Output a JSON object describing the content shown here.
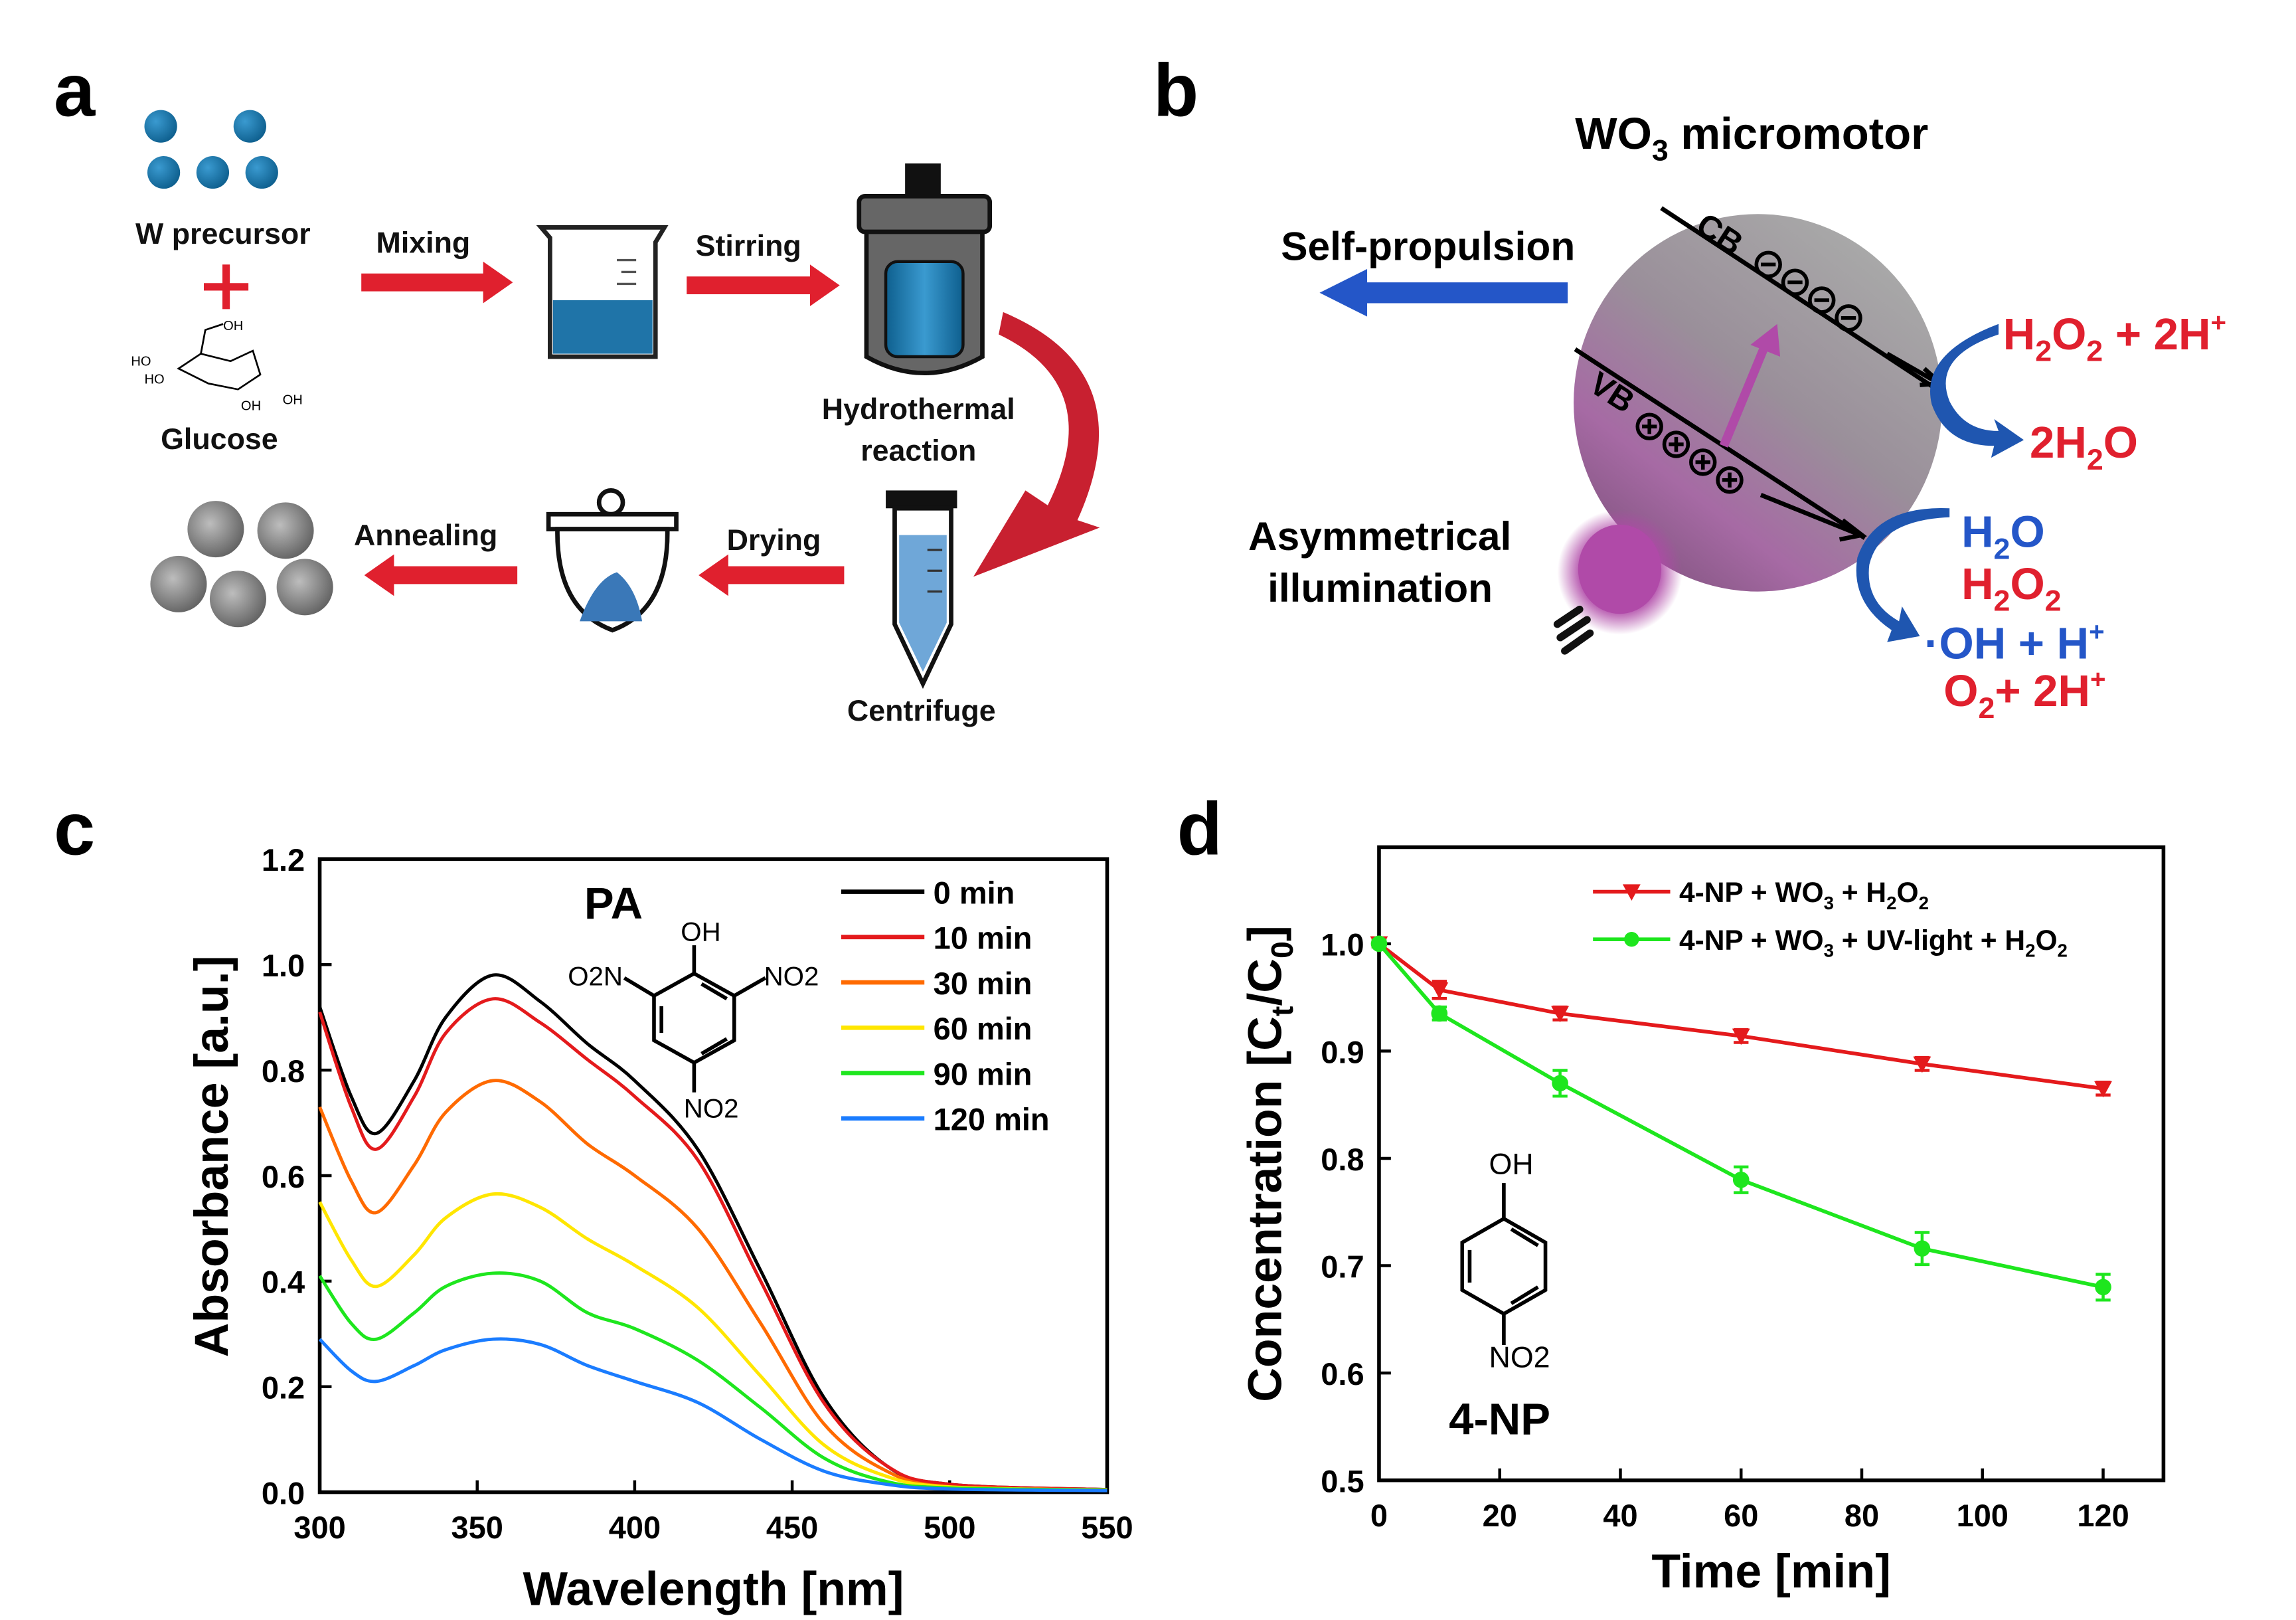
{
  "panel_a": {
    "letter": "a",
    "w_precursor": "W precursor",
    "glucose": "Glucose",
    "glucose_atoms": [
      "OH",
      "HO",
      "HO",
      "OH",
      "OH"
    ],
    "mixing": "Mixing",
    "stirring": "Stirring",
    "hydrothermal": [
      "Hydrothermal",
      "reaction"
    ],
    "centrifuge": "Centrifuge",
    "drying": "Drying",
    "annealing": "Annealing"
  },
  "panel_b": {
    "letter": "b",
    "title": [
      "WO",
      "3",
      " micromotor"
    ],
    "self_propulsion": "Self-propulsion",
    "cb": "CB",
    "vb": "VB",
    "illumination": [
      "Asymmetrical",
      "illumination"
    ],
    "r1": [
      "H",
      "2",
      "O",
      "2",
      " + 2H",
      "+"
    ],
    "r2": [
      "2H",
      "2",
      "O"
    ],
    "r3": [
      "H",
      "2",
      "O"
    ],
    "r4": [
      "H",
      "2",
      "O",
      "2"
    ],
    "r5": [
      "·OH + H",
      "+"
    ],
    "r6": [
      "O",
      "2",
      "+ 2H",
      "+"
    ],
    "colors": {
      "red": "#e0202e",
      "blue": "#2456c8",
      "magenta": "#b04aa8"
    }
  },
  "chart_data": [
    {
      "type": "line",
      "panel": "c",
      "xlabel": "Wavelength [nm]",
      "ylabel": "Absorbance [a.u.]",
      "xlim": [
        300,
        550
      ],
      "ylim": [
        0,
        1.2
      ],
      "xticks": [
        300,
        350,
        400,
        450,
        500,
        550
      ],
      "yticks": [
        "0.0",
        "0.2",
        "0.4",
        "0.6",
        "0.8",
        "1.0",
        "1.2"
      ],
      "annotation": "PA",
      "molecule_labels": [
        "OH",
        "O2N",
        "NO2",
        "NO2"
      ],
      "legend_position": "top-right",
      "x": [
        300,
        310,
        318,
        330,
        340,
        355,
        370,
        385,
        400,
        420,
        440,
        460,
        480,
        500,
        550
      ],
      "series": [
        {
          "name": "0 min",
          "color": "#000000",
          "values": [
            0.92,
            0.75,
            0.68,
            0.78,
            0.9,
            0.98,
            0.93,
            0.85,
            0.78,
            0.65,
            0.42,
            0.18,
            0.05,
            0.015,
            0.005
          ]
        },
        {
          "name": "10 min",
          "color": "#e41a1c",
          "values": [
            0.91,
            0.73,
            0.65,
            0.75,
            0.87,
            0.935,
            0.89,
            0.82,
            0.75,
            0.63,
            0.4,
            0.17,
            0.05,
            0.015,
            0.005
          ]
        },
        {
          "name": "30 min",
          "color": "#ff6a00",
          "values": [
            0.73,
            0.59,
            0.53,
            0.62,
            0.72,
            0.78,
            0.74,
            0.66,
            0.6,
            0.5,
            0.32,
            0.13,
            0.04,
            0.01,
            0.005
          ]
        },
        {
          "name": "60 min",
          "color": "#ffe600",
          "values": [
            0.55,
            0.44,
            0.39,
            0.45,
            0.52,
            0.565,
            0.54,
            0.48,
            0.43,
            0.35,
            0.22,
            0.09,
            0.03,
            0.01,
            0.004
          ]
        },
        {
          "name": "90 min",
          "color": "#1ee61e",
          "values": [
            0.41,
            0.32,
            0.29,
            0.34,
            0.39,
            0.415,
            0.4,
            0.34,
            0.31,
            0.25,
            0.16,
            0.065,
            0.02,
            0.008,
            0.004
          ]
        },
        {
          "name": "120 min",
          "color": "#1a7cff",
          "values": [
            0.29,
            0.23,
            0.21,
            0.24,
            0.27,
            0.29,
            0.28,
            0.24,
            0.21,
            0.17,
            0.1,
            0.04,
            0.015,
            0.006,
            0.003
          ]
        }
      ]
    },
    {
      "type": "line",
      "panel": "d",
      "xlabel": "Time [min]",
      "ylabel": [
        "Concentration [C",
        "t",
        "/C",
        "0",
        "]"
      ],
      "xlim": [
        0,
        130
      ],
      "ylim": [
        0.5,
        1.09
      ],
      "xticks": [
        0,
        20,
        40,
        60,
        80,
        100,
        120
      ],
      "yticks": [
        "0.5",
        "0.6",
        "0.7",
        "0.8",
        "0.9",
        "1.0"
      ],
      "annotation": "4-NP",
      "molecule_labels": [
        "OH",
        "NO2"
      ],
      "legend_position": "top-right",
      "x": [
        0,
        10,
        30,
        60,
        90,
        120
      ],
      "series": [
        {
          "name": [
            "4-NP + WO",
            "3",
            " + H",
            "2",
            "O",
            "2"
          ],
          "color": "#e41a1c",
          "marker": "triangle-down",
          "values": [
            1.0,
            0.957,
            0.935,
            0.914,
            0.888,
            0.865
          ],
          "errors": [
            0.003,
            0.008,
            0.006,
            0.006,
            0.006,
            0.006
          ]
        },
        {
          "name": [
            "4-NP + WO",
            "3",
            " + UV-light + H",
            "2",
            "O",
            "2"
          ],
          "color": "#1ee61e",
          "marker": "circle",
          "values": [
            1.0,
            0.935,
            0.87,
            0.78,
            0.716,
            0.68
          ],
          "errors": [
            0.003,
            0.006,
            0.012,
            0.012,
            0.015,
            0.012
          ]
        }
      ]
    }
  ]
}
